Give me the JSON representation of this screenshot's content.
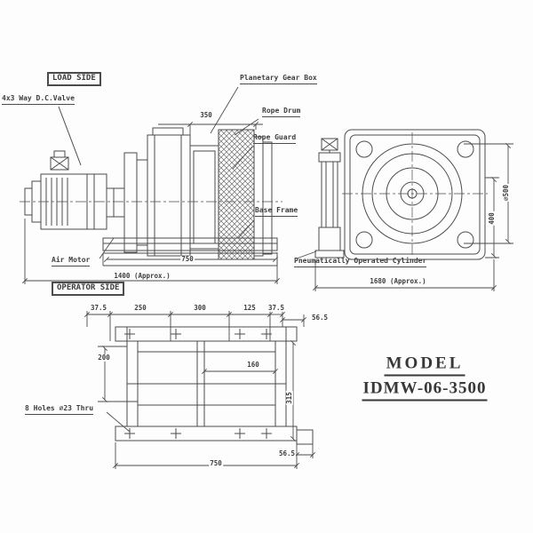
{
  "title_block": {
    "model_label": "MODEL",
    "model_number": "IDMW-06-3500"
  },
  "callouts": {
    "load_side": "LOAD SIDE",
    "operator_side": "OPERATOR SIDE",
    "dc_valve": "4x3 Way D.C.Valve",
    "planetary_gear_box": "Planetary Gear Box",
    "rope_drum": "Rope Drum",
    "rope_guard": "Rope Guard",
    "base_frame": "Base Frame",
    "air_motor": "Air Motor",
    "pneumatic_cylinder": "Pneumatically Operated Cylinder",
    "holes_note": "8 Holes ⌀23 Thru"
  },
  "dimensions": {
    "side_view": {
      "drum_width": "350",
      "base_length": "750",
      "overall_length": "1400 (Approx.)"
    },
    "front_view": {
      "overall_width": "1680 (Approx.)",
      "cylinder_height": "400",
      "drum_flange_dia": "⌀500"
    },
    "plan_view": {
      "top_chain": [
        "37.5",
        "250",
        "300",
        "125",
        "37.5"
      ],
      "right_offset_top": "56.5",
      "left_width": "200",
      "inner_width": "160",
      "side_height": "315",
      "overall_length": "750",
      "right_offset_bottom": "56.5"
    }
  },
  "colors": {
    "background": "#fdfdfd",
    "line": "#4c4c4c",
    "text": "#3d3d3d"
  }
}
